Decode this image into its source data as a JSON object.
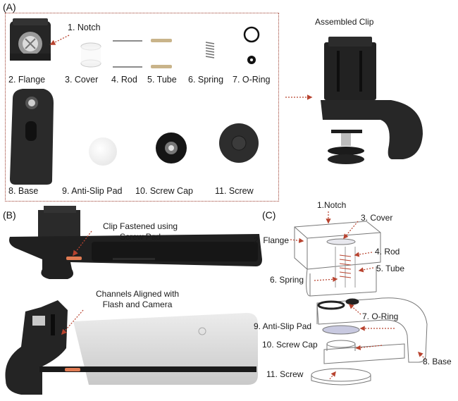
{
  "panels": {
    "a": "(A)",
    "b": "(B)",
    "c": "(C)"
  },
  "parts": {
    "notch": "1. Notch",
    "flange": "2. Flange",
    "cover": "3. Cover",
    "rod": "4. Rod",
    "tube": "5. Tube",
    "spring": "6. Spring",
    "oring": "7. O-Ring",
    "base": "8. Base",
    "antislip": "9. Anti-Slip Pad",
    "screwcap": "10. Screw Cap",
    "screw": "11. Screw"
  },
  "assembled": "Assembled Clip",
  "b_labels": {
    "fastened": "Clip Fastened using\nScrew Pad",
    "channels": "Channels Aligned with\nFlash and Camera"
  },
  "c_labels": {
    "notch": "1.Notch",
    "cover": "3. Cover",
    "flange": "2. Flange",
    "rod": "4. Rod",
    "tube": "5. Tube",
    "spring": "6. Spring",
    "oring": "7. O-Ring",
    "antislip": "9. Anti-Slip Pad",
    "screwcap": "10. Screw Cap",
    "base": "8. Base",
    "screw": "11. Screw"
  },
  "colors": {
    "arrow": "#b8432f",
    "dark": "#1c1c1c",
    "phone": "#dcdcdc",
    "accent": "#e07b53"
  }
}
